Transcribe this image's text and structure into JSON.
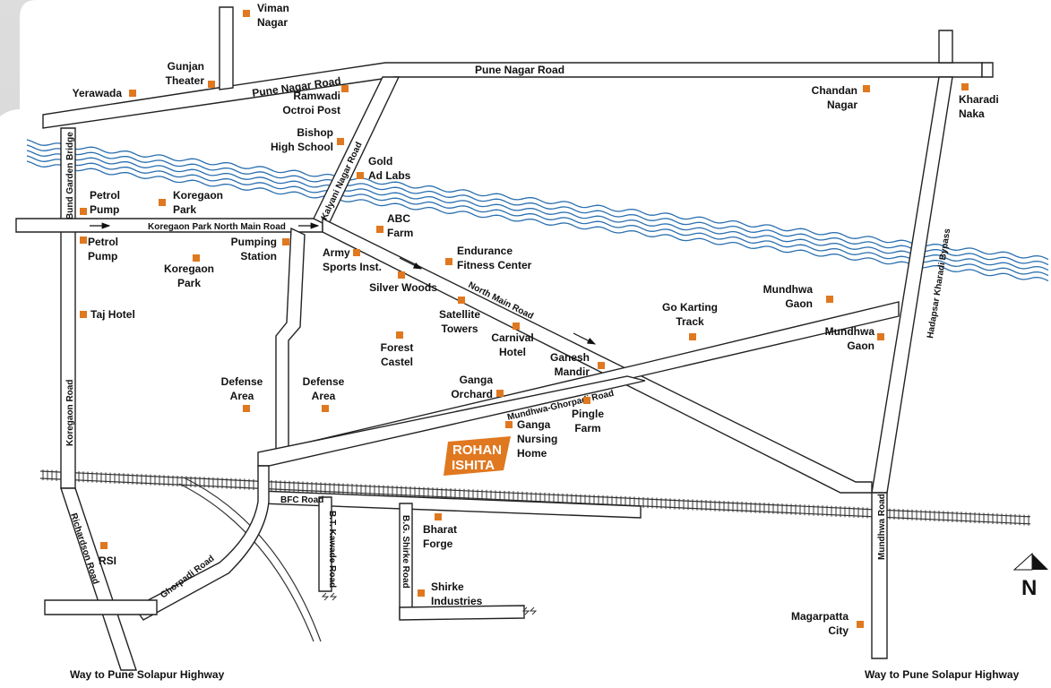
{
  "map": {
    "accent_color": "#e07820",
    "river_color": "#2a6fb0",
    "project": {
      "line1": "ROHAN",
      "line2": "ISHITA"
    },
    "landmarks": [
      {
        "id": "viman-nagar",
        "lines": [
          "Viman",
          "Nagar"
        ]
      },
      {
        "id": "gunjan-theater",
        "lines": [
          "Gunjan",
          "Theater"
        ]
      },
      {
        "id": "yerawada",
        "lines": [
          "Yerawada"
        ]
      },
      {
        "id": "ramwadi-octroi-post",
        "lines": [
          "Ramwadi",
          "Octroi Post"
        ]
      },
      {
        "id": "bishop-high-school",
        "lines": [
          "Bishop",
          "High School"
        ]
      },
      {
        "id": "gold-ad-labs",
        "lines": [
          "Gold",
          "Ad Labs"
        ]
      },
      {
        "id": "chandan-nagar",
        "lines": [
          "Chandan",
          "Nagar"
        ]
      },
      {
        "id": "kharadi-naka",
        "lines": [
          "Kharadi",
          "Naka"
        ]
      },
      {
        "id": "petrol-pump-1",
        "lines": [
          "Petrol",
          "Pump"
        ]
      },
      {
        "id": "koregaon-park-1",
        "lines": [
          "Koregaon",
          "Park"
        ]
      },
      {
        "id": "petrol-pump-2",
        "lines": [
          "Petrol",
          "Pump"
        ]
      },
      {
        "id": "pumping-station",
        "lines": [
          "Pumping",
          "Station"
        ]
      },
      {
        "id": "abc-farm",
        "lines": [
          "ABC",
          "Farm"
        ]
      },
      {
        "id": "koregaon-park-2",
        "lines": [
          "Koregaon",
          "Park"
        ]
      },
      {
        "id": "army-sports-inst",
        "lines": [
          "Army",
          "Sports Inst."
        ]
      },
      {
        "id": "endurance-fitness-center",
        "lines": [
          "Endurance",
          "Fitness Center"
        ]
      },
      {
        "id": "silver-woods",
        "lines": [
          "Silver Woods"
        ]
      },
      {
        "id": "satellite-towers",
        "lines": [
          "Satellite",
          "Towers"
        ]
      },
      {
        "id": "carnival-hotel",
        "lines": [
          "Carnival",
          "Hotel"
        ]
      },
      {
        "id": "taj-hotel",
        "lines": [
          "Taj Hotel"
        ]
      },
      {
        "id": "forest-castel",
        "lines": [
          "Forest",
          "Castel"
        ]
      },
      {
        "id": "go-karting-track",
        "lines": [
          "Go Karting",
          "Track"
        ]
      },
      {
        "id": "mundhwa-gaon-1",
        "lines": [
          "Mundhwa",
          "Gaon"
        ]
      },
      {
        "id": "mundhwa-gaon-2",
        "lines": [
          "Mundhwa",
          "Gaon"
        ]
      },
      {
        "id": "ganesh-mandir",
        "lines": [
          "Ganesh",
          "Mandir"
        ]
      },
      {
        "id": "defense-area-1",
        "lines": [
          "Defense",
          "Area"
        ]
      },
      {
        "id": "defense-area-2",
        "lines": [
          "Defense",
          "Area"
        ]
      },
      {
        "id": "ganga-orchard",
        "lines": [
          "Ganga",
          "Orchard"
        ]
      },
      {
        "id": "pingle-farm",
        "lines": [
          "Pingle",
          "Farm"
        ]
      },
      {
        "id": "ganga-nursing-home",
        "lines": [
          "Ganga",
          "Nursing",
          "Home"
        ]
      },
      {
        "id": "bharat-forge",
        "lines": [
          "Bharat",
          "Forge"
        ]
      },
      {
        "id": "rsi",
        "lines": [
          "RSI"
        ]
      },
      {
        "id": "shirke-industries",
        "lines": [
          "Shirke",
          "Industries"
        ]
      },
      {
        "id": "magarpatta-city",
        "lines": [
          "Magarpatta",
          "City"
        ]
      }
    ],
    "roads": {
      "pune_nagar_1": "Pune Nagar Road",
      "pune_nagar_2": "Pune Nagar Road",
      "bund_garden_bridge": "Bund Garden Bridge",
      "kalyani_nagar": "Kalyani Nagar Road",
      "koregaon_park_north_main": "Koregaon Park North Main Road",
      "north_main": "North Main Road",
      "mundhwa_ghorpadi": "Mundhwa-Ghorpadi Road",
      "hadapsar_kharadi_bypass": "Hadapsar Kharadi Bypass",
      "koregaon": "Koregaon Road",
      "richardson": "Richardson Road",
      "bfc": "BFC Road",
      "bt_kawade": "B.T. Kawade Road",
      "bg_shirke": "B.G. Shirke Road",
      "ghorpadi": "Ghorpadi Road",
      "mundhwa": "Mundhwa Road"
    },
    "directions": {
      "left": "Way to Pune Solapur Highway",
      "right": "Way to Pune Solapur Highway"
    },
    "north": "N"
  }
}
